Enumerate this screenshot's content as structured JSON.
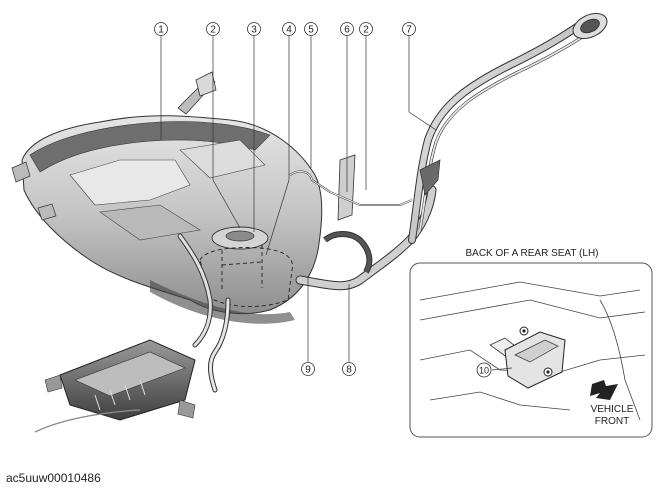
{
  "callouts": [
    {
      "id": "c1",
      "label": "1"
    },
    {
      "id": "c2a",
      "label": "2"
    },
    {
      "id": "c3",
      "label": "3"
    },
    {
      "id": "c4",
      "label": "4"
    },
    {
      "id": "c5",
      "label": "5"
    },
    {
      "id": "c6",
      "label": "6"
    },
    {
      "id": "c2b",
      "label": "2"
    },
    {
      "id": "c7",
      "label": "7"
    },
    {
      "id": "c8",
      "label": "8"
    },
    {
      "id": "c9",
      "label": "9"
    },
    {
      "id": "c10",
      "label": "10"
    }
  ],
  "inset": {
    "title": "BACK OF A REAR SEAT (LH)",
    "front_line1": "VEHICLE",
    "front_line2": "FRONT"
  },
  "figure_code": "ac5uuw00010486",
  "colors": {
    "tank_fill": "#cfcfcf",
    "tank_dark": "#5a5a5a",
    "line": "#333333",
    "inset_border": "#555555"
  }
}
